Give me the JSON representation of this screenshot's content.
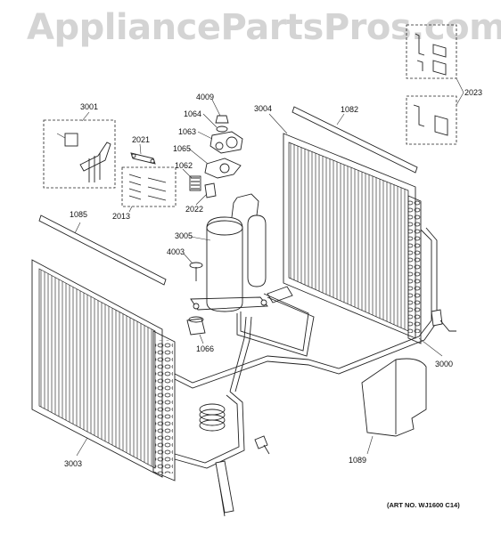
{
  "watermark": "AppliancePartsPros.com",
  "art_number": "(ART NO. WJ1600 C14)",
  "parts": [
    {
      "id": "p3001",
      "label": "3001"
    },
    {
      "id": "p2021",
      "label": "2021"
    },
    {
      "id": "p2013",
      "label": "2013"
    },
    {
      "id": "p4009",
      "label": "4009"
    },
    {
      "id": "p1064",
      "label": "1064"
    },
    {
      "id": "p1063",
      "label": "1063"
    },
    {
      "id": "p1065",
      "label": "1065"
    },
    {
      "id": "p1062",
      "label": "1062"
    },
    {
      "id": "p2022",
      "label": "2022"
    },
    {
      "id": "p3004",
      "label": "3004"
    },
    {
      "id": "p1082",
      "label": "1082"
    },
    {
      "id": "p2023",
      "label": "2023"
    },
    {
      "id": "p1085",
      "label": "1085"
    },
    {
      "id": "p3005",
      "label": "3005"
    },
    {
      "id": "p4003",
      "label": "4003"
    },
    {
      "id": "p1066",
      "label": "1066"
    },
    {
      "id": "p3000",
      "label": "3000"
    },
    {
      "id": "p3003",
      "label": "3003"
    },
    {
      "id": "p1089",
      "label": "1089"
    }
  ]
}
